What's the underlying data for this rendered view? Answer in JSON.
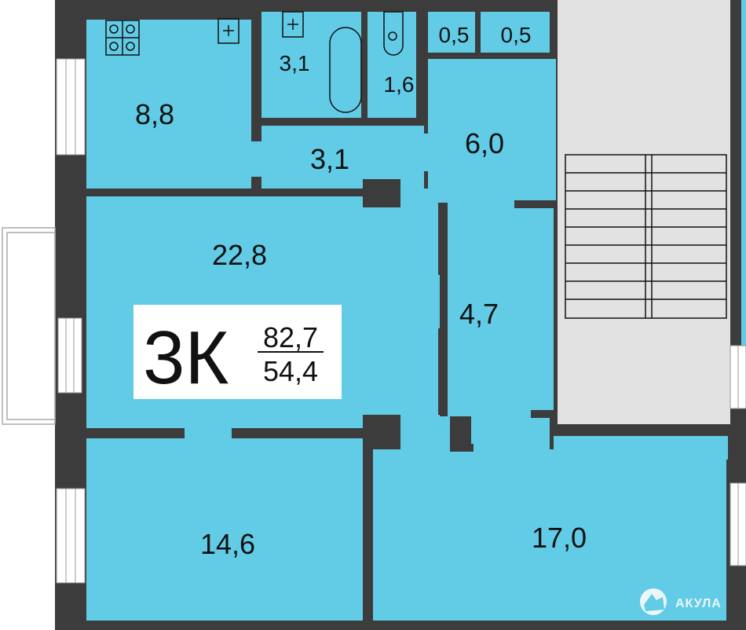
{
  "plan": {
    "colors": {
      "room": "#62cbe6",
      "wall": "#3c3c3c",
      "stairs": "#e2e2e2",
      "outside": "#ffffff"
    },
    "rooms": [
      {
        "id": "kitchen",
        "area": "8,8"
      },
      {
        "id": "bathroom",
        "area": "3,1"
      },
      {
        "id": "toilet",
        "area": "1,6"
      },
      {
        "id": "closet-1",
        "area": "0,5"
      },
      {
        "id": "closet-2",
        "area": "0,5"
      },
      {
        "id": "corridor",
        "area": "3,1"
      },
      {
        "id": "hall",
        "area": "6,0"
      },
      {
        "id": "living-room",
        "area": "22,8"
      },
      {
        "id": "hallway",
        "area": "4,7"
      },
      {
        "id": "bedroom-1",
        "area": "14,6"
      },
      {
        "id": "bedroom-2",
        "area": "17,0"
      }
    ],
    "summary": {
      "type": "3К",
      "total_area": "82,7",
      "living_area": "54,4"
    },
    "logo": {
      "text": "АКУЛА"
    }
  }
}
